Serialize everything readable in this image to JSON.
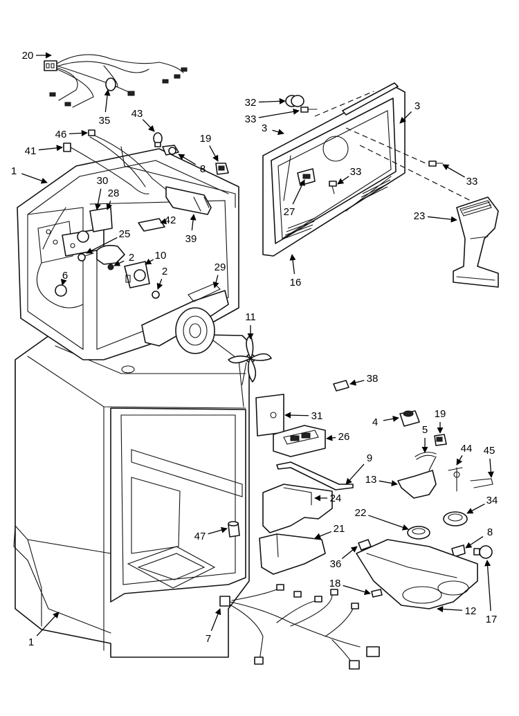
{
  "arrow_color": "#000000",
  "line_color": "#111111",
  "callouts": [
    {
      "id": "c20a",
      "text": "20"
    },
    {
      "id": "c35",
      "text": "35"
    },
    {
      "id": "c43",
      "text": "43"
    },
    {
      "id": "c46",
      "text": "46"
    },
    {
      "id": "c19a",
      "text": "19"
    },
    {
      "id": "c41",
      "text": "41"
    },
    {
      "id": "c8a",
      "text": "8"
    },
    {
      "id": "c1a",
      "text": "1"
    },
    {
      "id": "c30",
      "text": "30"
    },
    {
      "id": "c28",
      "text": "28"
    },
    {
      "id": "c42",
      "text": "42"
    },
    {
      "id": "c39",
      "text": "39"
    },
    {
      "id": "c25",
      "text": "25"
    },
    {
      "id": "c2a",
      "text": "2"
    },
    {
      "id": "c10",
      "text": "10"
    },
    {
      "id": "c2b",
      "text": "2"
    },
    {
      "id": "c6",
      "text": "6"
    },
    {
      "id": "c29",
      "text": "29"
    },
    {
      "id": "c11",
      "text": "11"
    },
    {
      "id": "c32",
      "text": "32"
    },
    {
      "id": "c33a",
      "text": "33"
    },
    {
      "id": "c3a",
      "text": "3"
    },
    {
      "id": "c3b",
      "text": "3"
    },
    {
      "id": "c33b",
      "text": "33"
    },
    {
      "id": "c27",
      "text": "27"
    },
    {
      "id": "c33c",
      "text": "33"
    },
    {
      "id": "c23",
      "text": "23"
    },
    {
      "id": "c16",
      "text": "16"
    },
    {
      "id": "c38",
      "text": "38"
    },
    {
      "id": "c31",
      "text": "31"
    },
    {
      "id": "c4",
      "text": "4"
    },
    {
      "id": "c19b",
      "text": "19"
    },
    {
      "id": "c5",
      "text": "5"
    },
    {
      "id": "c26",
      "text": "26"
    },
    {
      "id": "c44",
      "text": "44"
    },
    {
      "id": "c45",
      "text": "45"
    },
    {
      "id": "c9",
      "text": "9"
    },
    {
      "id": "c13",
      "text": "13"
    },
    {
      "id": "c24",
      "text": "24"
    },
    {
      "id": "c34",
      "text": "34"
    },
    {
      "id": "c22",
      "text": "22"
    },
    {
      "id": "c47",
      "text": "47"
    },
    {
      "id": "c21",
      "text": "21"
    },
    {
      "id": "c8b",
      "text": "8"
    },
    {
      "id": "c36",
      "text": "36"
    },
    {
      "id": "c18",
      "text": "18"
    },
    {
      "id": "c12",
      "text": "12"
    },
    {
      "id": "c17",
      "text": "17"
    },
    {
      "id": "c1b",
      "text": "1"
    },
    {
      "id": "c7",
      "text": "7"
    }
  ]
}
